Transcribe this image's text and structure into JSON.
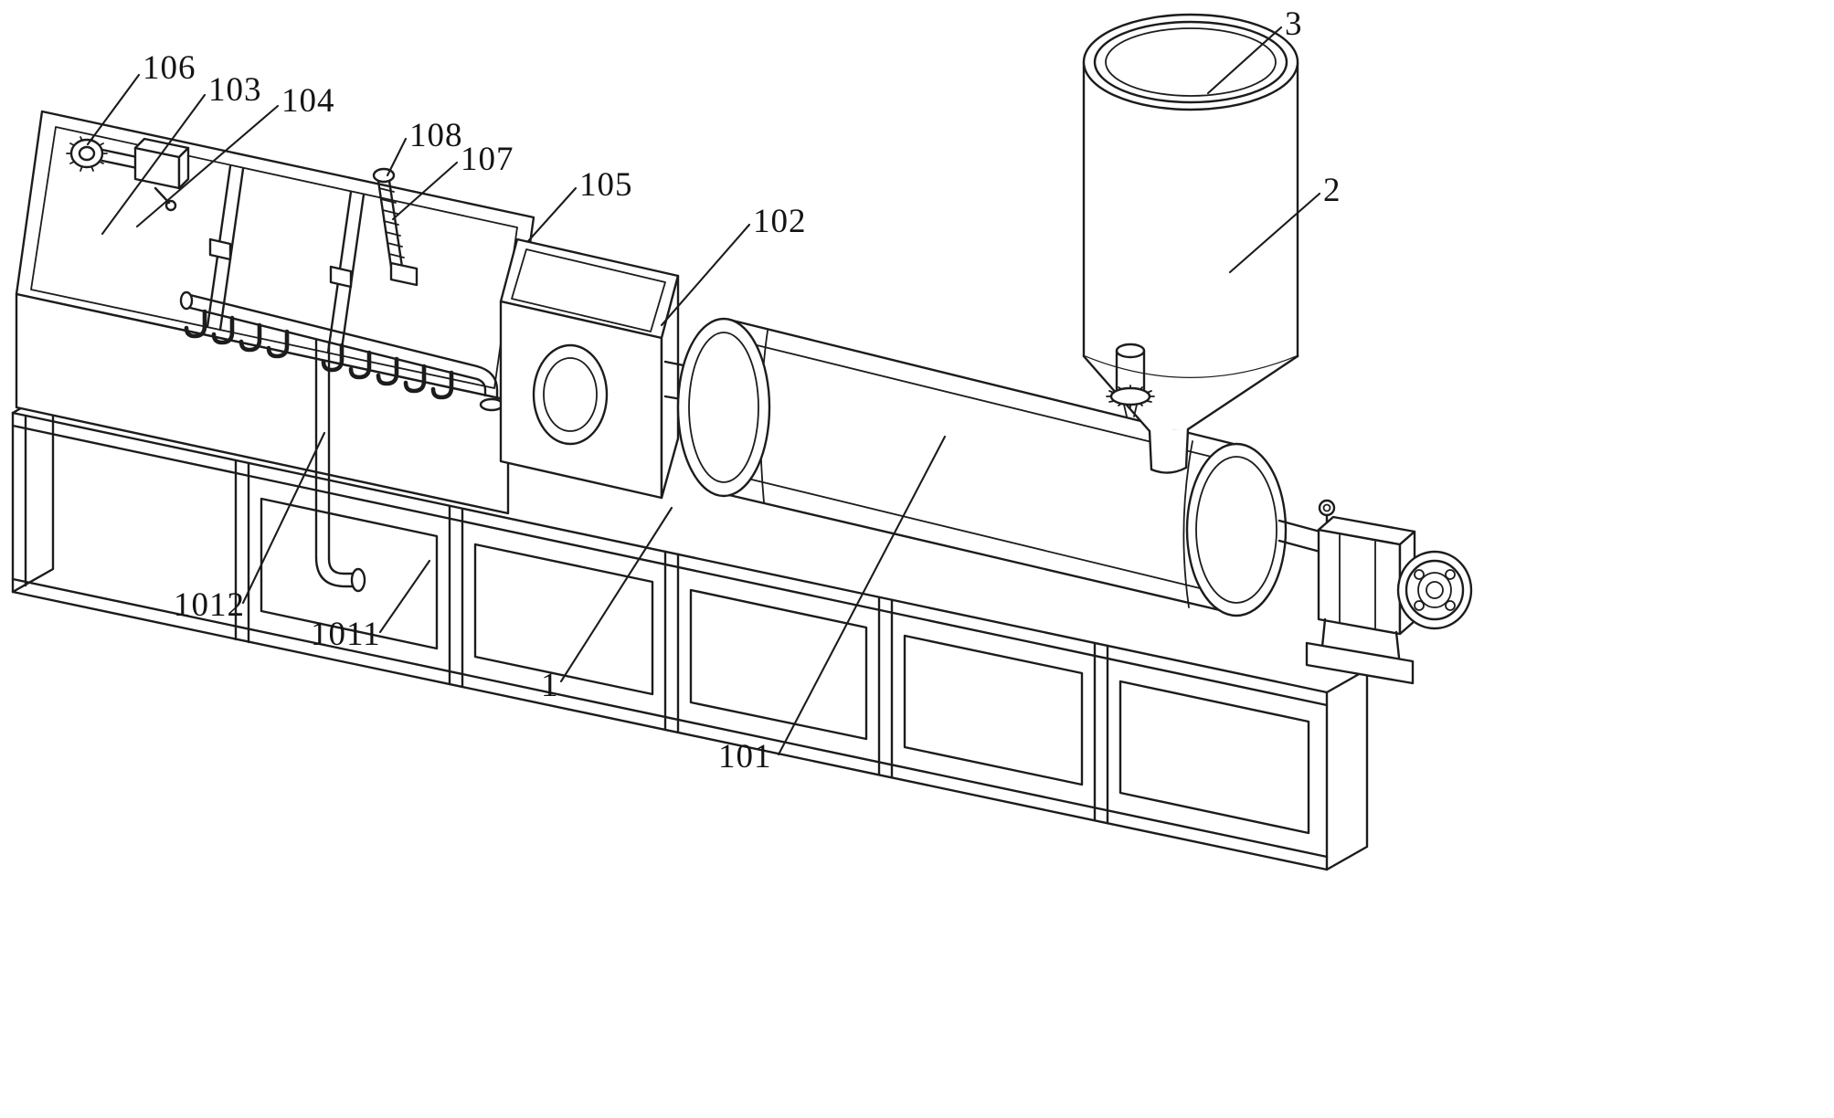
{
  "figure": {
    "type": "patent_line_drawing",
    "background": "#ffffff",
    "line_color": "#1c1c1c",
    "label_color": "#141414"
  },
  "labels": [
    {
      "text": "106"
    },
    {
      "text": "103"
    },
    {
      "text": "104"
    },
    {
      "text": "108"
    },
    {
      "text": "107"
    },
    {
      "text": "105"
    },
    {
      "text": "102"
    },
    {
      "text": "3"
    },
    {
      "text": "2"
    },
    {
      "text": "1012"
    },
    {
      "text": "1011"
    },
    {
      "text": "1"
    },
    {
      "text": "101"
    }
  ]
}
